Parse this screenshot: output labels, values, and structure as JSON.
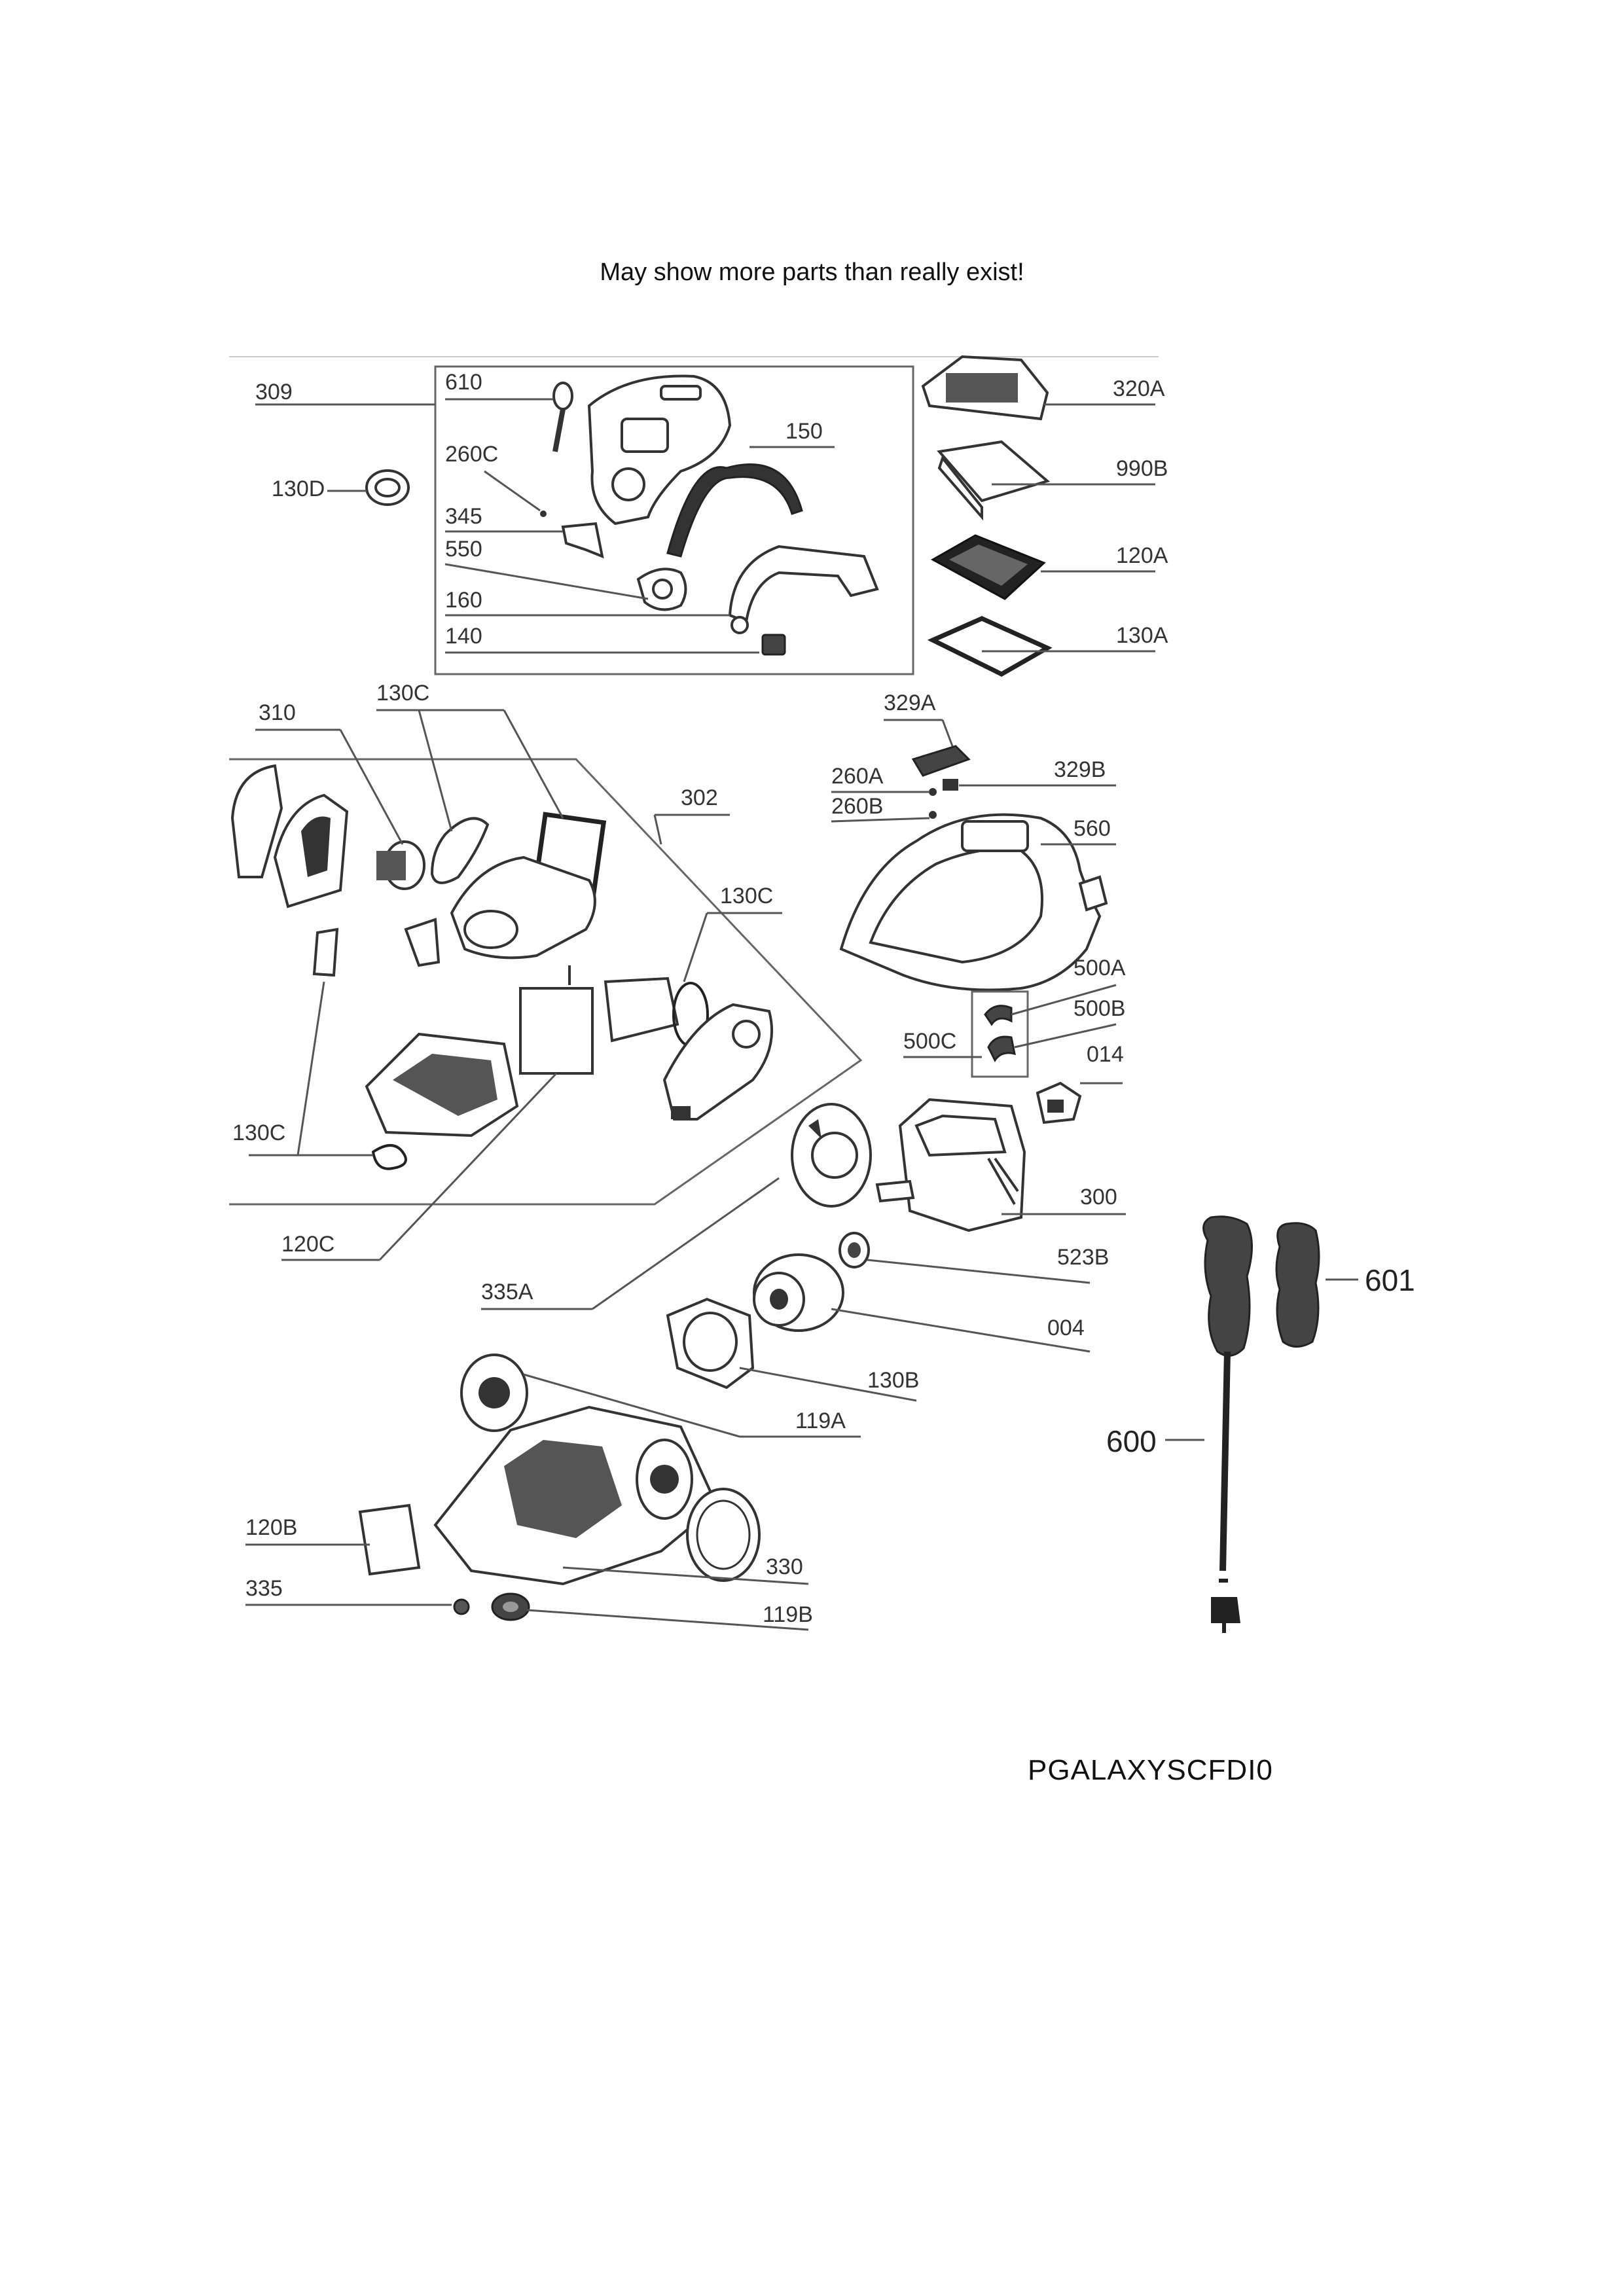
{
  "header": {
    "note": "May show more parts than really exist!"
  },
  "footer": {
    "model_code": "PGALAXYSCFDI0"
  },
  "part_labels": {
    "p309": "309",
    "p610": "610",
    "p260C": "260C",
    "p345": "345",
    "p550": "550",
    "p160": "160",
    "p140": "140",
    "p150": "150",
    "p130D": "130D",
    "p320A": "320A",
    "p990B": "990B",
    "p120A": "120A",
    "p130A": "130A",
    "p310": "310",
    "p130C_top": "130C",
    "p302": "302",
    "p130C_right": "130C",
    "p130C_left": "130C",
    "p120C": "120C",
    "p329A": "329A",
    "p329B": "329B",
    "p260A": "260A",
    "p260B": "260B",
    "p560": "560",
    "p500A": "500A",
    "p500B": "500B",
    "p500C": "500C",
    "p014": "014",
    "p300": "300",
    "p523B": "523B",
    "p004": "004",
    "p335A": "335A",
    "p130B": "130B",
    "p119A": "119A",
    "p120B": "120B",
    "p330": "330",
    "p335": "335",
    "p119B": "119B",
    "p601": "601",
    "p600": "600"
  }
}
